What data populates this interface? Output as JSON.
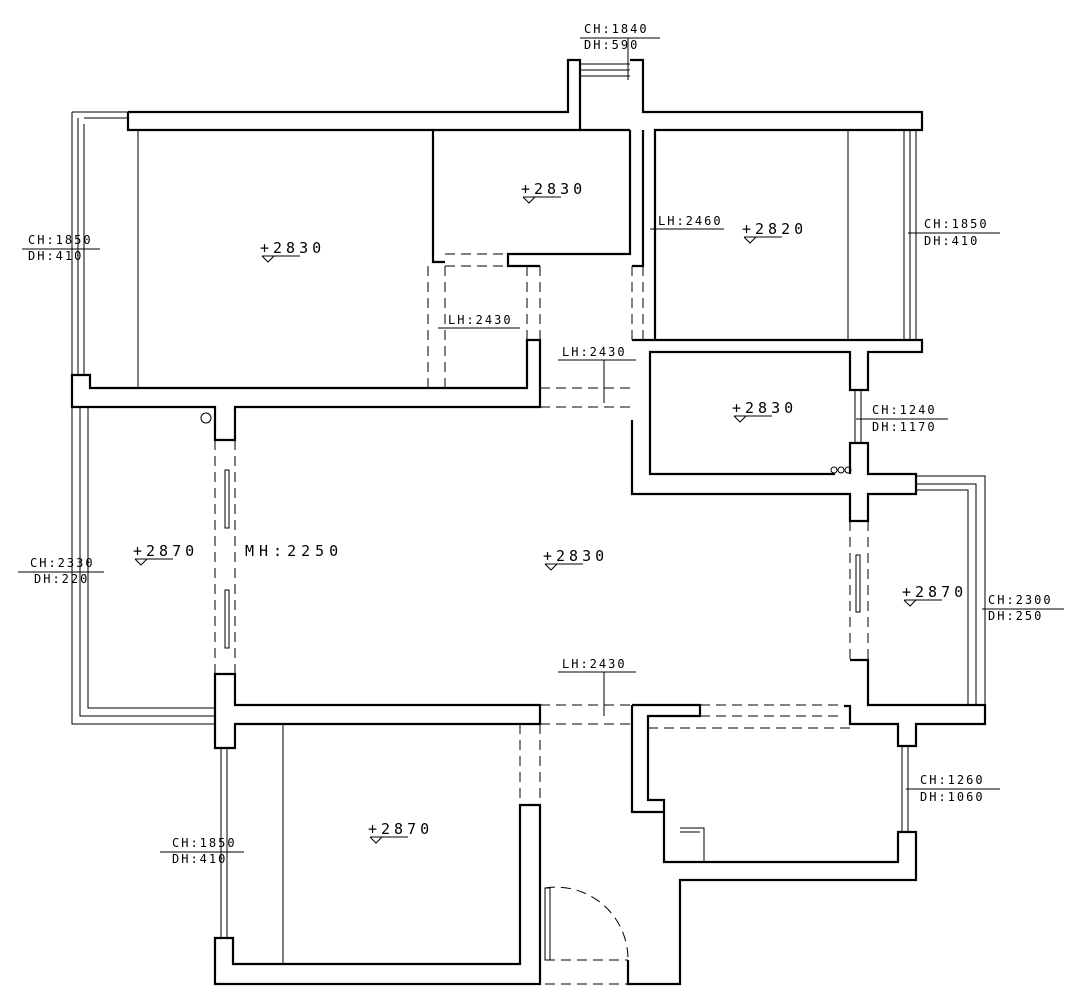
{
  "window_notes": [
    {
      "id": "top-balcony-window",
      "ch": "CH:1840",
      "dh": "DH:590"
    },
    {
      "id": "left-bedroom-window",
      "ch": "CH:1850",
      "dh": "DH:410"
    },
    {
      "id": "right-bedroom-window",
      "ch": "CH:1850",
      "dh": "DH:410"
    },
    {
      "id": "study-window",
      "ch": "CH:1240",
      "dh": "DH:1170"
    },
    {
      "id": "living-left-window",
      "ch": "CH:2330",
      "dh": "DH:220"
    },
    {
      "id": "right-balcony-window",
      "ch": "CH:2300",
      "dh": "DH:250"
    },
    {
      "id": "kitchen-window",
      "ch": "CH:1260",
      "dh": "DH:1060"
    },
    {
      "id": "bottom-bedroom-window",
      "ch": "CH:1850",
      "dh": "DH:410"
    }
  ],
  "beam_notes": [
    {
      "id": "beam-top-right",
      "text": "LH:2460"
    },
    {
      "id": "beam-corridor",
      "text": "LH:2430"
    },
    {
      "id": "beam-center-upper",
      "text": "LH:2430"
    },
    {
      "id": "beam-center-lower",
      "text": "LH:2430"
    }
  ],
  "door_note": {
    "text": "MH:2250"
  },
  "levels": [
    {
      "id": "level-master-bedroom",
      "text": "+2830"
    },
    {
      "id": "level-top-room",
      "text": "+2830"
    },
    {
      "id": "level-right-bedroom",
      "text": "+2820"
    },
    {
      "id": "level-study",
      "text": "+2830"
    },
    {
      "id": "level-living",
      "text": "+2830"
    },
    {
      "id": "level-left-balcony",
      "text": "+2870"
    },
    {
      "id": "level-right-balcony",
      "text": "+2870"
    },
    {
      "id": "level-bottom-bedroom",
      "text": "+2870"
    }
  ]
}
